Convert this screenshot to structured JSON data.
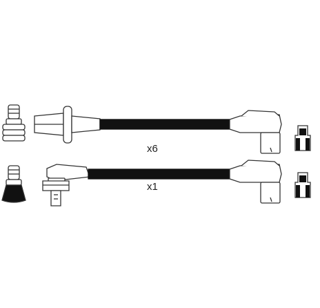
{
  "diagram": {
    "background": "#ffffff",
    "line_color": "#333333",
    "cable_color": "#111111",
    "boot_fill": "#ffffff",
    "rubber_fill": "#111111",
    "sets": [
      {
        "quantity_label": "x6",
        "cable_end_a": "straight-plug-with-ring",
        "cable_end_b": "angled-plug"
      },
      {
        "quantity_label": "x1",
        "cable_end_a": "angled-plug-with-clip",
        "cable_end_b": "angled-plug"
      }
    ],
    "icons": [
      "spark-plug-ribbed-icon",
      "spark-plug-rubber-icon",
      "terminal-connector-icon"
    ]
  }
}
